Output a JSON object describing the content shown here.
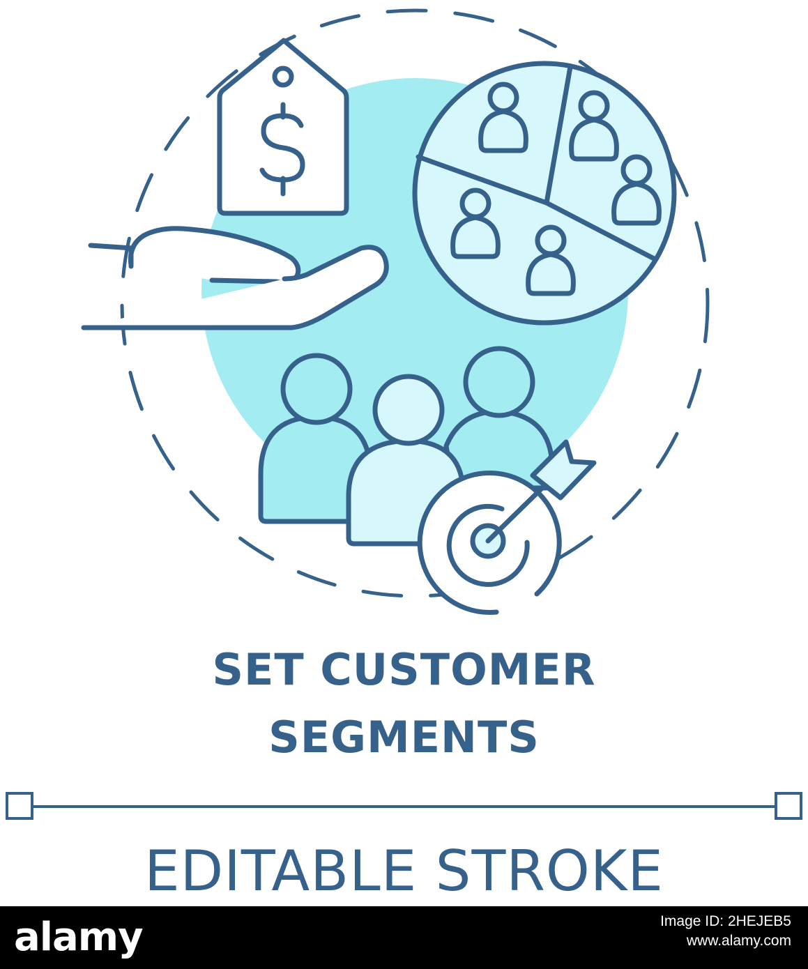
{
  "title": {
    "line1": "SET CUSTOMER",
    "line2": "SEGMENTS"
  },
  "editable_stroke_label": "EDITABLE STROKE",
  "watermark": {
    "logo": "alamy",
    "caption_lines": [
      "Image ID: 2HEJEB5",
      "www.alamy.com"
    ]
  },
  "colors": {
    "stroke": "#35618a",
    "fill_light": "#d6f8fc",
    "fill_accent": "#a3ecf2",
    "background": "#ffffff",
    "watermark_bar": "#000000"
  },
  "icons": [
    "dashed-ring",
    "price-tag-icon",
    "dollar-icon",
    "open-hand-icon",
    "pie-chart-segments-icon",
    "people-group-icon",
    "target-icon",
    "arrow-icon"
  ]
}
